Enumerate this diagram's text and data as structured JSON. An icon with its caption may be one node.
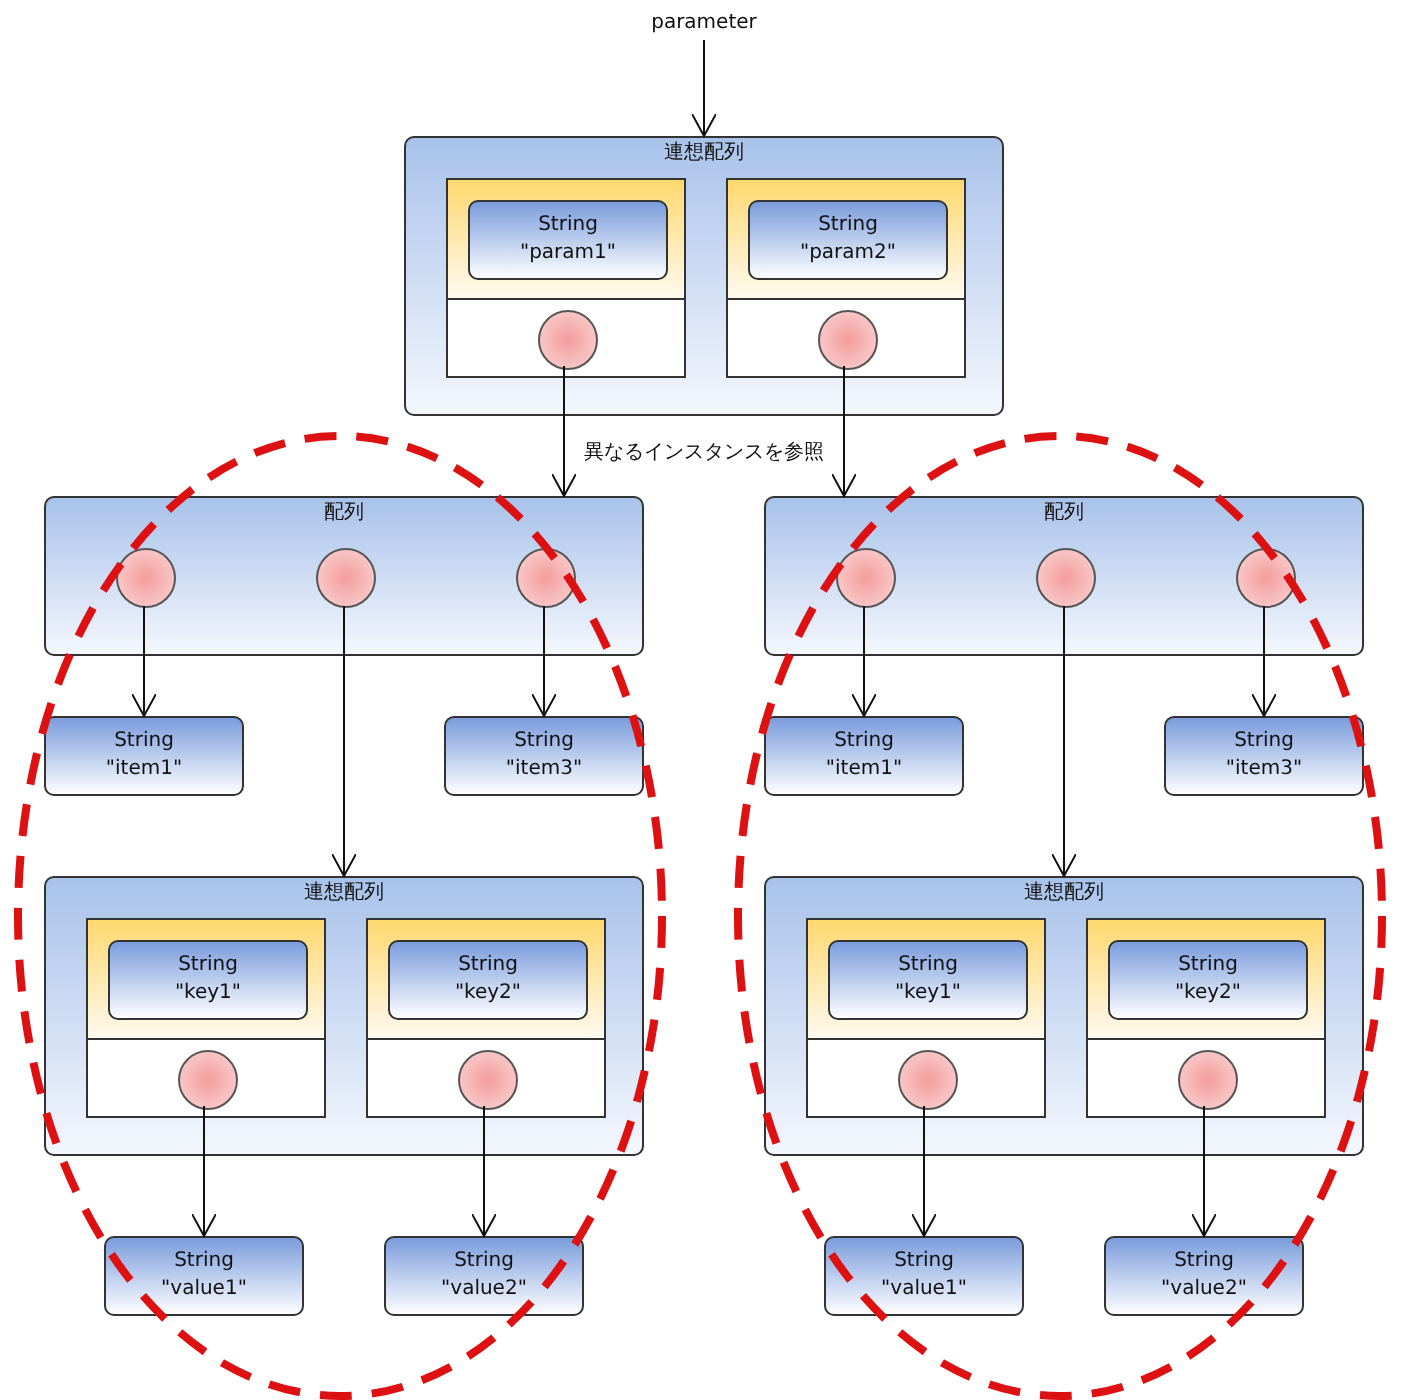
{
  "diagram": {
    "nodes": [
      {
        "text": [
          "parameter"
        ]
      },
      {
        "text": [
          "連想配列"
        ]
      },
      {
        "text": [],
        "shape": "box",
        "in": 1
      },
      {
        "text": [
          "String",
          "\"param1\""
        ],
        "in": 2
      },
      {
        "text": [],
        "shape": "circle",
        "in": 2
      },
      {
        "text": [],
        "shape": "box",
        "in": 1
      },
      {
        "text": [
          "String",
          "\"param2\""
        ],
        "in": 5
      },
      {
        "text": [],
        "shape": "circle",
        "in": 5
      },
      {
        "text": [
          "配列"
        ]
      },
      {
        "text": [],
        "shape": "circle",
        "in": 8
      },
      {
        "text": [],
        "shape": "circle",
        "in": 8
      },
      {
        "text": [],
        "shape": "circle",
        "in": 8
      },
      {
        "text": [
          "String",
          "\"item1\""
        ]
      },
      {
        "text": [
          "String",
          "\"item3\""
        ]
      },
      {
        "text": [
          "連想配列"
        ]
      },
      {
        "text": [],
        "shape": "box",
        "in": 14
      },
      {
        "text": [
          "String",
          "\"key1\""
        ],
        "in": 15
      },
      {
        "text": [],
        "shape": "circle",
        "in": 15
      },
      {
        "text": [],
        "shape": "box",
        "in": 14
      },
      {
        "text": [
          "String",
          "\"key2\""
        ],
        "in": 18
      },
      {
        "text": [],
        "shape": "circle",
        "in": 18
      },
      {
        "text": [
          "String",
          "\"value1\""
        ]
      },
      {
        "text": [
          "String",
          "\"value2\""
        ]
      },
      {
        "text": [
          "配列"
        ]
      },
      {
        "text": [],
        "shape": "circle",
        "in": 23
      },
      {
        "text": [],
        "shape": "circle",
        "in": 23
      },
      {
        "text": [],
        "shape": "circle",
        "in": 23
      },
      {
        "text": [
          "String",
          "\"item1\""
        ]
      },
      {
        "text": [
          "String",
          "\"item3\""
        ]
      },
      {
        "text": [
          "連想配列"
        ]
      },
      {
        "text": [],
        "shape": "box",
        "in": 29
      },
      {
        "text": [
          "String",
          "\"key1\""
        ],
        "in": 30
      },
      {
        "text": [],
        "shape": "circle",
        "in": 30
      },
      {
        "text": [],
        "shape": "box",
        "in": 29
      },
      {
        "text": [
          "String",
          "\"key2\""
        ],
        "in": 33
      },
      {
        "text": [],
        "shape": "circle",
        "in": 33
      },
      {
        "text": [
          "String",
          "\"value1\""
        ]
      },
      {
        "text": [
          "String",
          "\"value2\""
        ]
      }
    ],
    "edges": [
      {
        "from": 0,
        "to": 1,
        "arrow": "to"
      },
      {
        "from": 4,
        "to": 8,
        "arrow": "to"
      },
      {
        "from": 7,
        "to": 23,
        "arrow": "to"
      },
      {
        "from": 9,
        "to": 12,
        "arrow": "to"
      },
      {
        "from": 10,
        "to": 14,
        "arrow": "to"
      },
      {
        "from": 11,
        "to": 13,
        "arrow": "to"
      },
      {
        "from": 17,
        "to": 21,
        "arrow": "to"
      },
      {
        "from": 20,
        "to": 22,
        "arrow": "to"
      },
      {
        "from": 24,
        "to": 27,
        "arrow": "to"
      },
      {
        "from": 25,
        "to": 29,
        "arrow": "to"
      },
      {
        "from": 26,
        "to": 28,
        "arrow": "to"
      },
      {
        "from": 32,
        "to": 36,
        "arrow": "to"
      },
      {
        "from": 35,
        "to": 37,
        "arrow": "to"
      }
    ],
    "labels": [
      "異なるインスタンスを参照"
    ]
  }
}
